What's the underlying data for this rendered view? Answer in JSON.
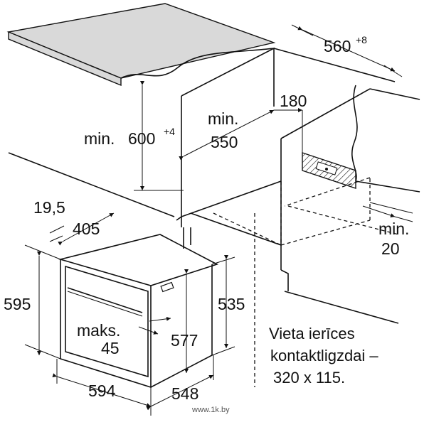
{
  "dimensions": {
    "depth_top": {
      "value": "560",
      "sup": "+8"
    },
    "min_height": {
      "prefix": "min.",
      "value": "600",
      "sup": "+4"
    },
    "min_depth": {
      "line1": "min.",
      "line2": "550"
    },
    "socket_offset": "180",
    "min_gap": {
      "line1": "min.",
      "line2": "20"
    },
    "front_thickness": "19,5",
    "door_depth": "405",
    "oven_height": "595",
    "body_height": "535",
    "body_depth_height": "577",
    "max_offset": {
      "line1": "maks.",
      "line2": "45"
    },
    "oven_width": "594",
    "oven_depth": "548"
  },
  "note": {
    "line1": "Vieta ierīces",
    "line2": "kontaktligzdai –",
    "line3": "320 x 115."
  },
  "watermark": "www.1k.by"
}
